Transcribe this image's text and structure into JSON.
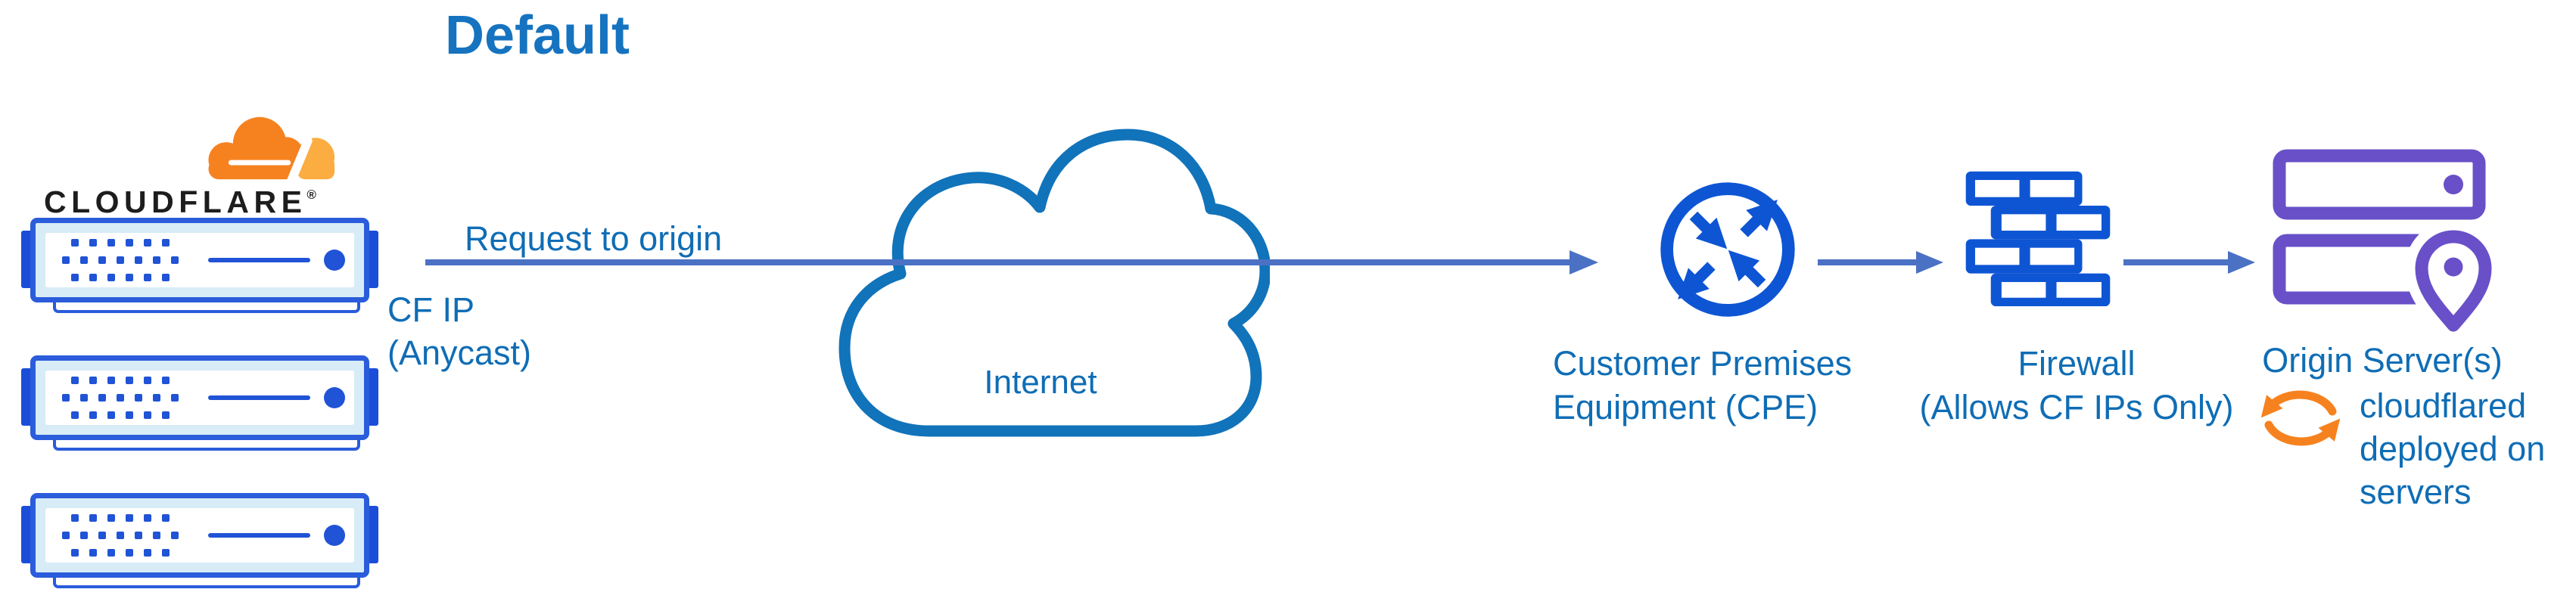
{
  "diagram": {
    "title": "Default",
    "colors": {
      "title_blue": "#1673C0",
      "label_blue": "#0F6DB5",
      "arrow_blue": "#4A71C4",
      "cloud_stroke_blue": "#1173BA",
      "icon_blue": "#0E55D4",
      "server_border_blue": "#2A5CDB",
      "server_tab_blue": "#1B4ED8",
      "server_fill_light": "#D7ECF7",
      "server_detail_blue": "#2053D6",
      "origin_purple": "#6950C8",
      "cloudflare_orange": "#F6821F",
      "cloudflare_orange_light": "#FBAD41",
      "wordmark_black": "#1D1D1D"
    },
    "cloudflare_node": {
      "wordmark": "CLOUDFLARE",
      "registered_mark": "®",
      "server_count": 3
    },
    "edge_labels": {
      "request": "Request to origin",
      "cf_ip": "CF IP\n(Anycast)"
    },
    "nodes": {
      "internet": {
        "label": "Internet"
      },
      "cpe": {
        "label": "Customer Premises\nEquipment (CPE)"
      },
      "firewall": {
        "label": "Firewall\n(Allows CF IPs Only)"
      },
      "origin": {
        "label": "Origin Server(s)",
        "annotation": "cloudflared\ndeployed on\nservers"
      }
    },
    "icons": {
      "cloudflare_logo": "cloudflare-logo-icon",
      "edge_server": "server-icon",
      "internet": "cloud-icon",
      "cpe": "router-icon",
      "firewall": "firewall-icon",
      "origin": "origin-server-icon",
      "origin_pin": "location-pin-icon",
      "cloudflared": "sync-icon"
    }
  }
}
